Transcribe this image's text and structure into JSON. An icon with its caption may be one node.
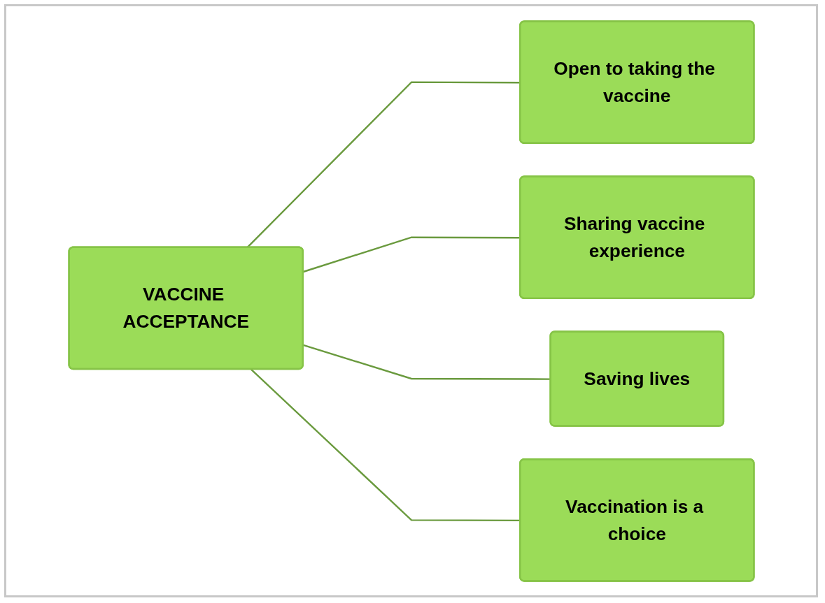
{
  "diagram": {
    "nodes": [
      {
        "text": [
          "VACCINE ACCEPTANCE"
        ]
      },
      {
        "text": [
          "Open to taking the vaccine"
        ]
      },
      {
        "text": [
          "Sharing vaccine experience"
        ]
      },
      {
        "text": [
          "Saving lives"
        ]
      },
      {
        "text": [
          "Vaccination is a choice"
        ]
      }
    ],
    "edges": [
      {
        "from": 0,
        "to": 1,
        "arrow": "none"
      },
      {
        "from": 0,
        "to": 2,
        "arrow": "none"
      },
      {
        "from": 0,
        "to": 3,
        "arrow": "none"
      },
      {
        "from": 0,
        "to": 4,
        "arrow": "none"
      }
    ]
  }
}
